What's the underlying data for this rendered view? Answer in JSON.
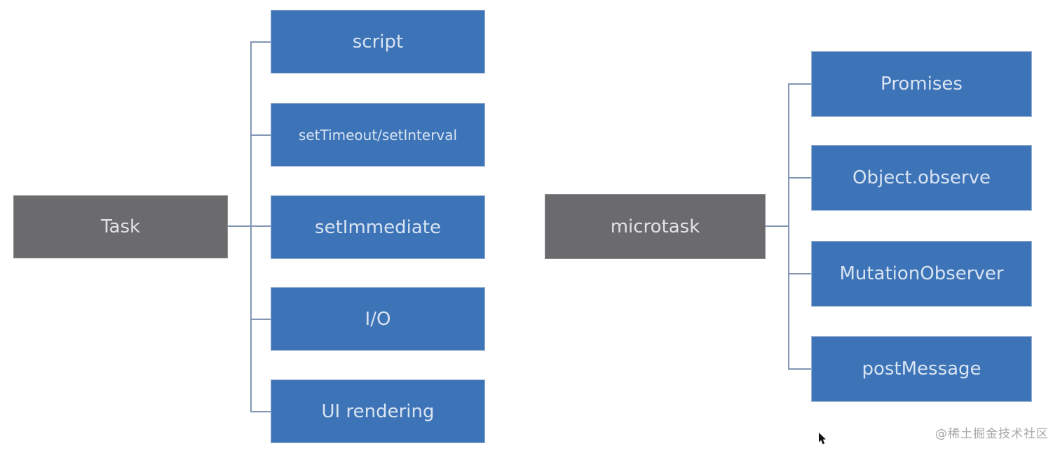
{
  "trees": [
    {
      "parent": {
        "label": "Task"
      },
      "children": [
        {
          "label": "script"
        },
        {
          "label": "setTimeout/setInterval"
        },
        {
          "label": "setImmediate"
        },
        {
          "label": "I/O"
        },
        {
          "label": "UI rendering"
        }
      ]
    },
    {
      "parent": {
        "label": "microtask"
      },
      "children": [
        {
          "label": "Promises"
        },
        {
          "label": "Object.observe"
        },
        {
          "label": "MutationObserver"
        },
        {
          "label": "postMessage"
        }
      ]
    }
  ],
  "watermark": {
    "text": "@稀土掘金技术社区"
  },
  "colors": {
    "child_box_fill": "#3d73b7",
    "parent_box_fill": "#6b6b6d",
    "connector_line": "#8296b4",
    "box_text": "#d9e4f2",
    "watermark_text": "#a6a6a6",
    "background": "#ffffff"
  }
}
